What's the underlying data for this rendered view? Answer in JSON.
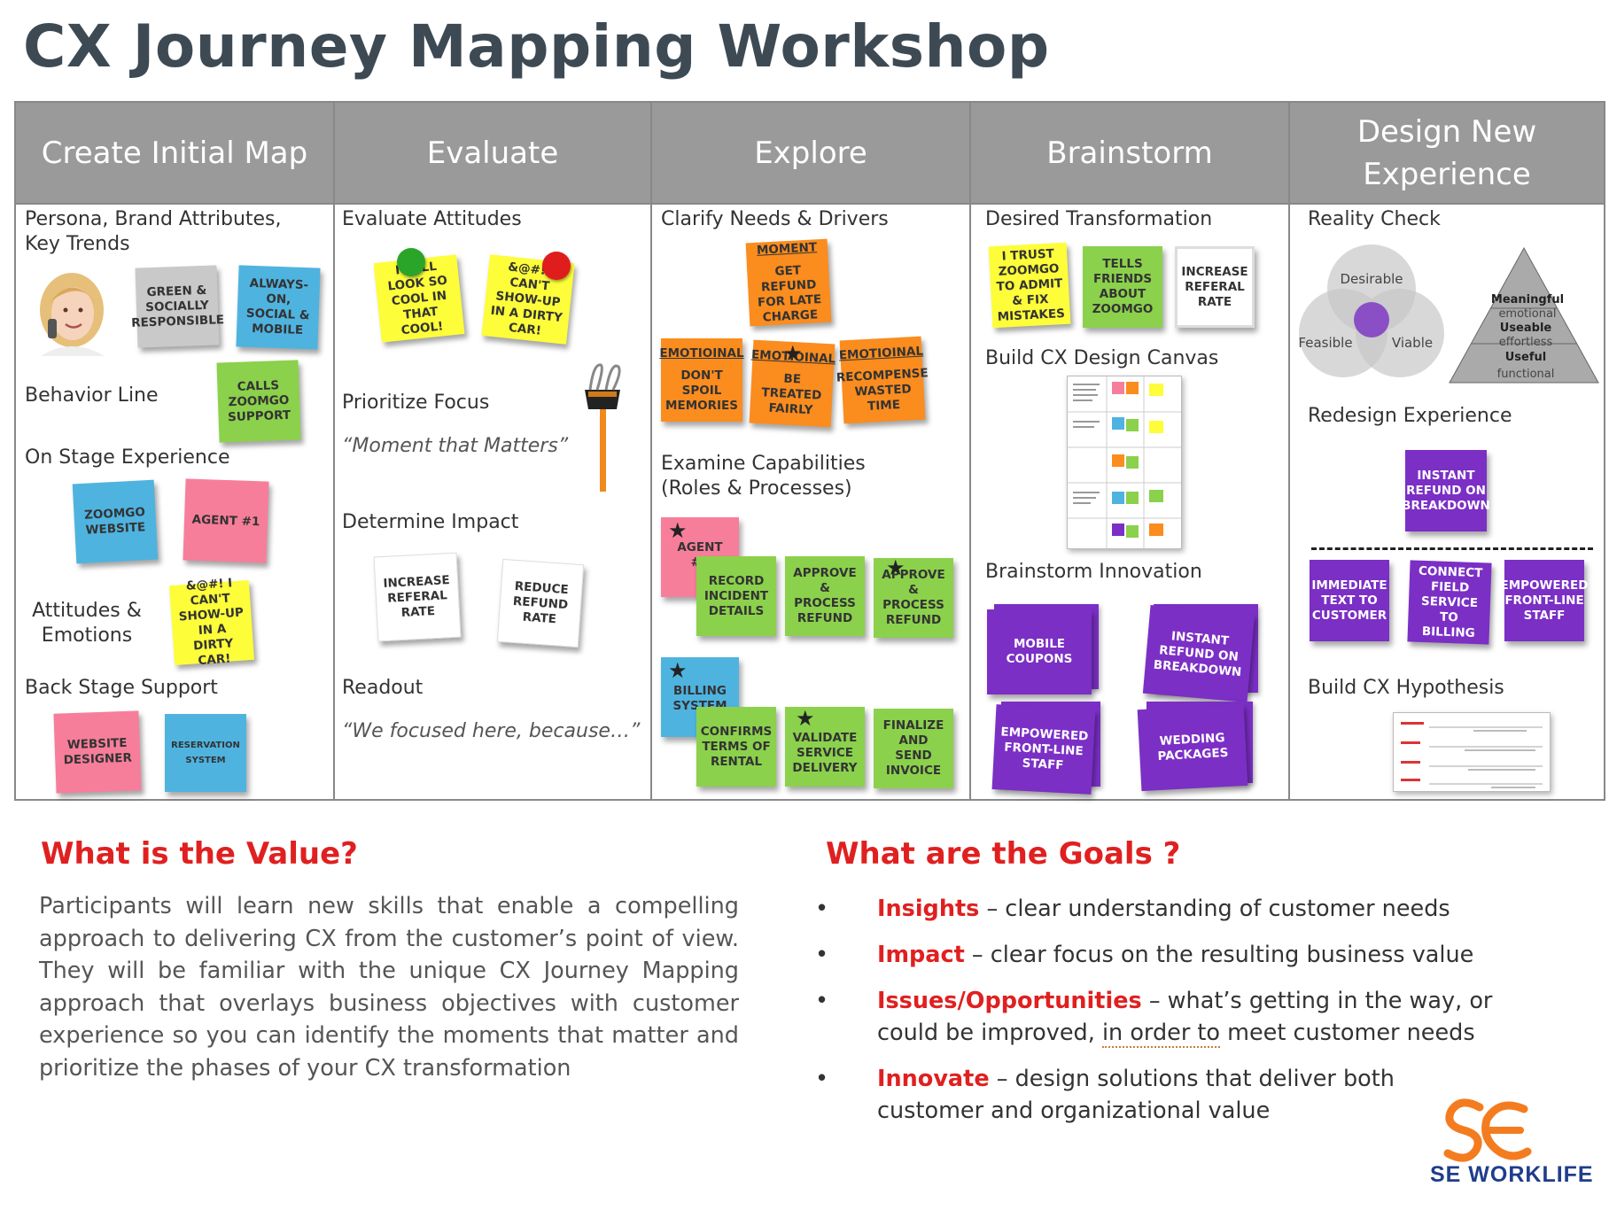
{
  "title": "CX Journey Mapping Workshop",
  "columns": [
    {
      "header": "Create Initial Map"
    },
    {
      "header": "Evaluate"
    },
    {
      "header": "Explore"
    },
    {
      "header": "Brainstorm"
    },
    {
      "header": "Design New Experience"
    }
  ],
  "col1": {
    "persona_label": "Persona, Brand Attributes, Key Trends",
    "behavior_label": "Behavior Line",
    "onstage_label": "On Stage Experience",
    "attitudes_label": "Attitudes & Emotions",
    "backstage_label": "Back Stage Support",
    "notes": {
      "green_socially": "Green & Socially Responsible",
      "always_on": "Always-On, Social & Mobile",
      "calls_support": "Calls Zoomgo Support",
      "zoomgo_website": "Zoomgo Website",
      "agent1": "Agent #1",
      "cant_show": "&@#! I can't show-up in a dirty car!",
      "website_designer": "Website Designer",
      "reservation_system": "Reservation System"
    }
  },
  "col2": {
    "evaluate_label": "Evaluate Attitudes",
    "prioritize_label": "Prioritize Focus",
    "prioritize_quote": "“Moment that Matters”",
    "impact_label": "Determine Impact",
    "readout_label": "Readout",
    "readout_quote": "“We focused here, because…”",
    "notes": {
      "look_cool": "I will look so cool in that cool!",
      "cant_show": "&@#! I can't show-up in a dirty car!",
      "increase_referal": "Increase Referal Rate",
      "reduce_refund": "Reduce Refund Rate"
    }
  },
  "col3": {
    "clarify_label": "Clarify Needs & Drivers",
    "examine_label": "Examine Capabilities (Roles & Processes)",
    "notes": {
      "moment_title": "Moment",
      "moment_body": "Get refund for late charge",
      "emo1_title": "Emotioinal",
      "emo1_body": "Don't spoil memories",
      "emo2_title": "Emotioinal",
      "emo2_body": "Be treated fairly",
      "emo3_title": "Emotioinal",
      "emo3_body": "Recompense wasted time",
      "agent1": "Agent #1",
      "record_incident": "Record Incident Details",
      "approve_refund1": "Approve & Process Refund",
      "approve_refund2": "Approve & Process Refund",
      "billing_system": "Billing System",
      "confirms_terms": "Confirms Terms of Rental",
      "validate_service": "Validate Service Delivery",
      "finalize_invoice": "Finalize and Send Invoice"
    }
  },
  "col4": {
    "desired_label": "Desired Transformation",
    "canvas_label": "Build CX Design Canvas",
    "innovation_label": "Brainstorm  Innovation",
    "notes": {
      "trust": "I trust Zoomgo to admit & fix mistakes",
      "tells_friends": "Tells friends about Zoomgo",
      "increase_referal": "Increase Referal Rate",
      "mobile_coupons": "Mobile Coupons",
      "instant_refund": "Instant Refund on Breakdown",
      "empowered_staff": "Empowered Front-Line Staff",
      "wedding_packages": "Wedding Packages"
    }
  },
  "col5": {
    "reality_label": "Reality Check",
    "venn": {
      "desirable": "Desirable",
      "feasible": "Feasible",
      "viable": "Viable"
    },
    "pyramid": {
      "meaningful": "Meaningful",
      "emotional": "emotional",
      "useable": "Useable",
      "effortless": "effortless",
      "useful": "Useful",
      "functional": "functional"
    },
    "redesign_label": "Redesign Experience",
    "hypothesis_label": "Build CX Hypothesis",
    "notes": {
      "instant_refund": "Instant Refund on Breakdown",
      "immediate_text": "Immediate Text to Customer",
      "connect_field": "Connect Field Service to Billing",
      "empowered_staff": "Empowered Front-Line Staff"
    }
  },
  "value": {
    "heading": "What is the Value?",
    "text": "Participants will learn new skills that enable a compelling approach to delivering CX from the customer’s point of view. They will be familiar with the unique CX Journey Mapping approach that overlays business objectives with customer experience so you can identify the moments that matter and prioritize the phases of your CX transformation"
  },
  "goals": {
    "heading": "What are the Goals ?",
    "bullet": "•",
    "items": [
      {
        "key": "Insights",
        "text": " – clear understanding of customer needs"
      },
      {
        "key": "Impact",
        "text": " – clear focus on the resulting business value"
      },
      {
        "key": "Issues/Opportunities",
        "text_a": " – what’s getting in the way, or could be improved, ",
        "text_b": "in order to",
        "text_c": " meet customer needs"
      },
      {
        "key": "Innovate",
        "text": " – design solutions that deliver both customer and organizational value"
      }
    ]
  },
  "logo": {
    "text": "SE WORKLIFE"
  },
  "colors": {
    "yellow": "#fdfd3a",
    "green": "#8bd14c",
    "blue": "#4fb3e0",
    "pink": "#f77e9a",
    "gray": "#c9c9c9",
    "orange": "#fb8c1e",
    "purple": "#7b2fc5",
    "red": "#e02020",
    "header_gray": "#9a9a9a",
    "logo_orange": "#f47c20",
    "logo_blue": "#1f3d8c"
  }
}
